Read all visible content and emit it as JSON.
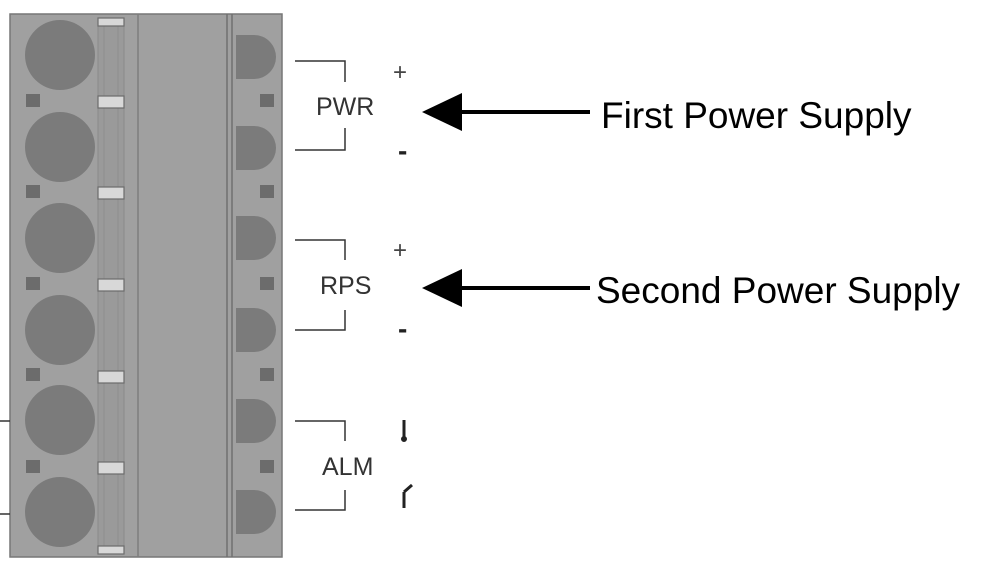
{
  "terminal_groups": [
    {
      "label": "PWR",
      "top_sign": "+",
      "bottom_sign": "-"
    },
    {
      "label": "RPS",
      "top_sign": "+",
      "bottom_sign": "-"
    },
    {
      "label": "ALM",
      "top_sign": "",
      "bottom_sign": ""
    }
  ],
  "callouts": [
    {
      "text": "First Power Supply"
    },
    {
      "text": "Second Power Supply"
    }
  ],
  "colors": {
    "terminal_body": "#a0a0a0",
    "screw": "#7b7b7b",
    "outline": "#555555",
    "arrow": "#000000"
  }
}
